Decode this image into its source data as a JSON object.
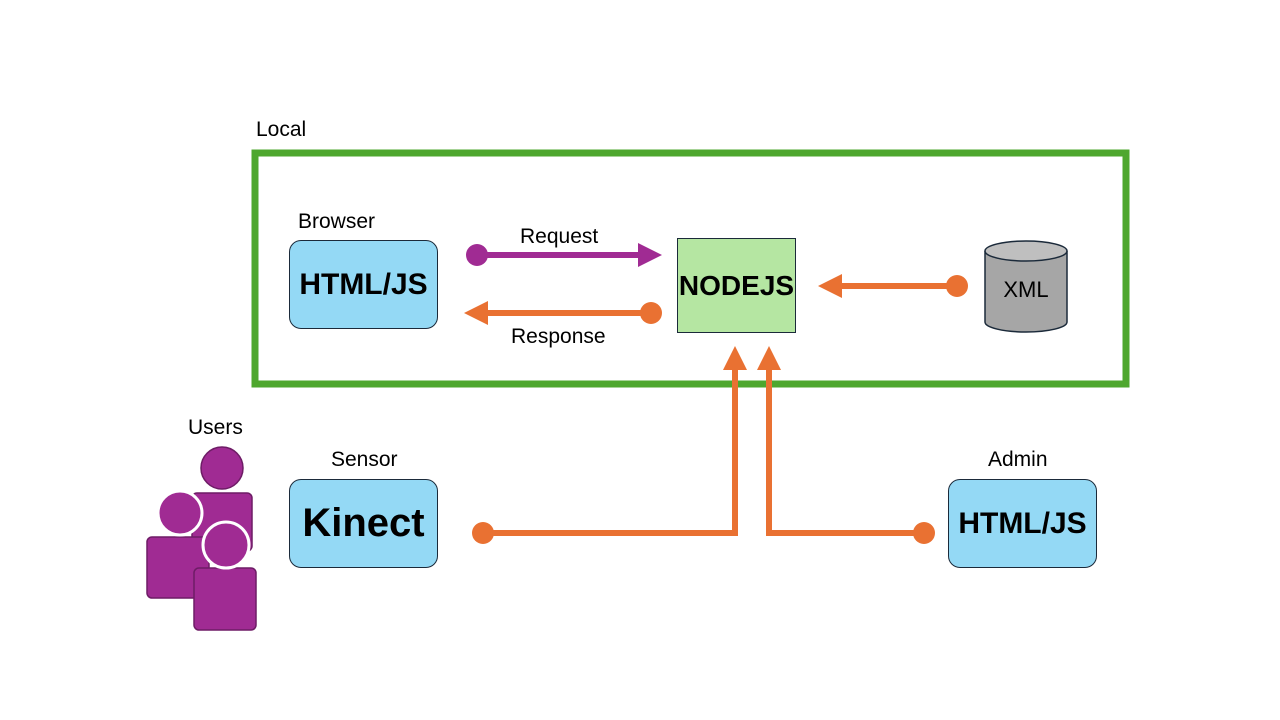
{
  "colors": {
    "frame": "#4ea72e",
    "box_blue": "#94d9f5",
    "node_green": "#b5e6a2",
    "purple": "#a02b93",
    "orange": "#e97132",
    "cylinder_gray": "#a6a6a6"
  },
  "local": {
    "label": "Local"
  },
  "browser": {
    "label": "Browser",
    "box_text": "HTML/JS"
  },
  "request": {
    "label": "Request"
  },
  "response": {
    "label": "Response"
  },
  "node": {
    "label": "NODEJS"
  },
  "xml": {
    "label": "XML"
  },
  "users": {
    "label": "Users",
    "icon": "users-icon"
  },
  "sensor": {
    "label": "Sensor",
    "box_text": "Kinect"
  },
  "admin": {
    "label": "Admin",
    "box_text": "HTML/JS"
  }
}
